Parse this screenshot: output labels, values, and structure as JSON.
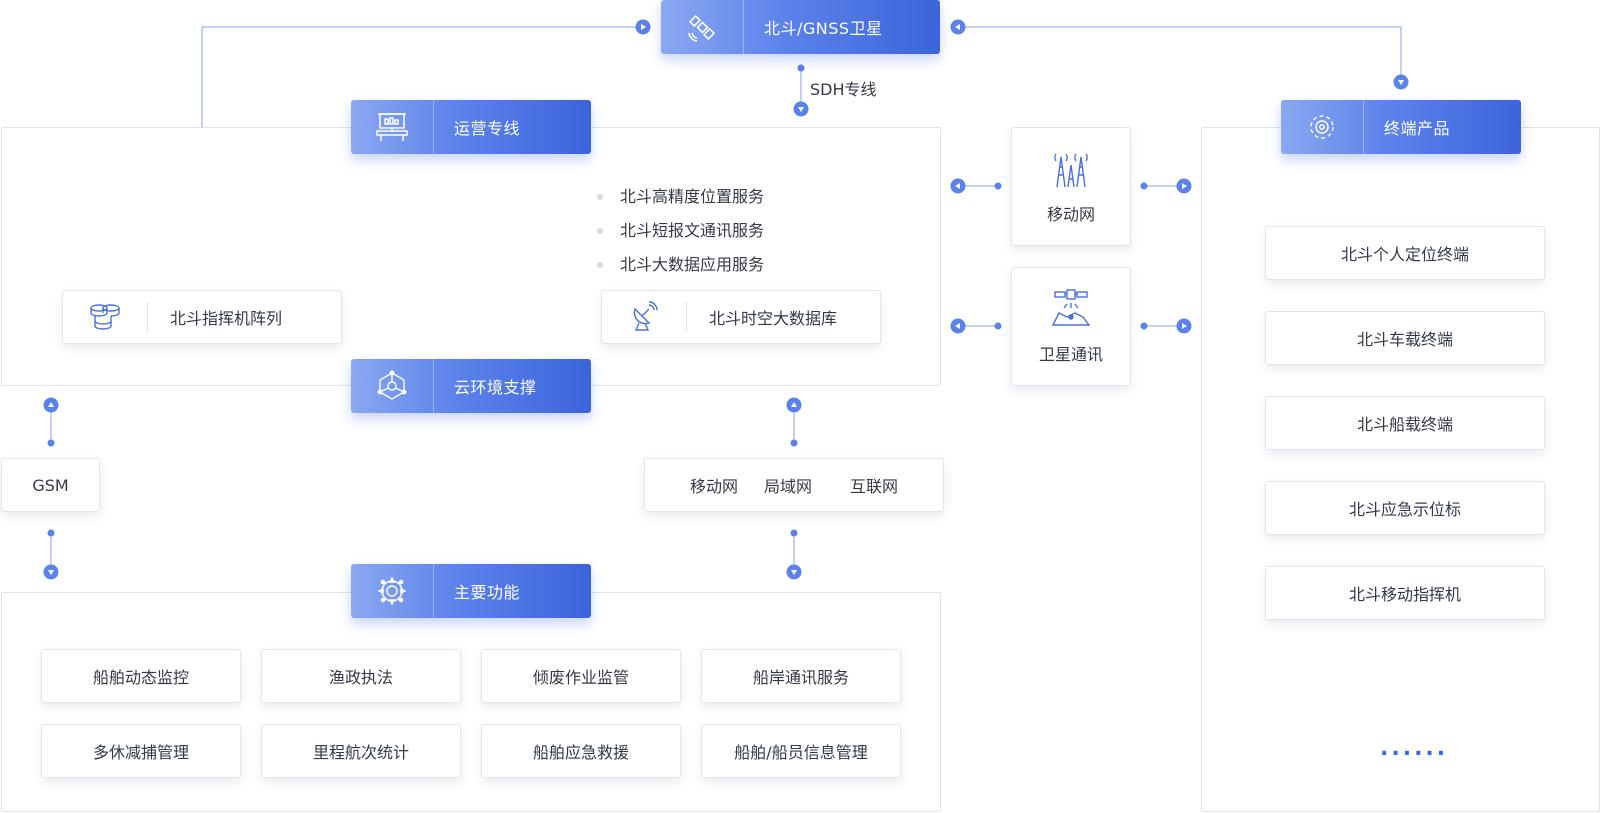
{
  "top": {
    "satellite_label": "北斗/GNSS卫星",
    "sdh_label": "SDH专线"
  },
  "ops_panel": {
    "header": "运营专线",
    "services": [
      "北斗高精度位置服务",
      "北斗短报文通讯服务",
      "北斗大数据应用服务"
    ],
    "command_array": "北斗指挥机阵列",
    "database": "北斗时空大数据库",
    "cloud_header": "云环境支撑"
  },
  "middle": {
    "mobile_net": "移动网",
    "sat_comm": "卫星通讯"
  },
  "networks": {
    "gsm": "GSM",
    "items": [
      "移动网",
      "局域网",
      "互联网"
    ]
  },
  "functions": {
    "header": "主要功能",
    "items": [
      "船舶动态监控",
      "渔政执法",
      "倾废作业监管",
      "船岸通讯服务",
      "多休减捕管理",
      "里程航次统计",
      "船舶应急救援",
      "船舶/船员信息管理"
    ]
  },
  "terminals": {
    "header": "终端产品",
    "items": [
      "北斗个人定位终端",
      "北斗车载终端",
      "北斗船载终端",
      "北斗应急示位标",
      "北斗移动指挥机"
    ],
    "more": "......"
  },
  "colors": {
    "accent": "#3c64db",
    "accent_light": "#8aa7f1",
    "line": "#7f9ef0",
    "border": "#dfe3ea"
  },
  "icons": [
    "satellite-icon",
    "presentation-board-icon",
    "database-stack-icon",
    "satellite-dish-icon",
    "network-hub-icon",
    "gear-icon",
    "target-gear-icon",
    "signal-tower-icon",
    "satellite-ground-icon"
  ]
}
